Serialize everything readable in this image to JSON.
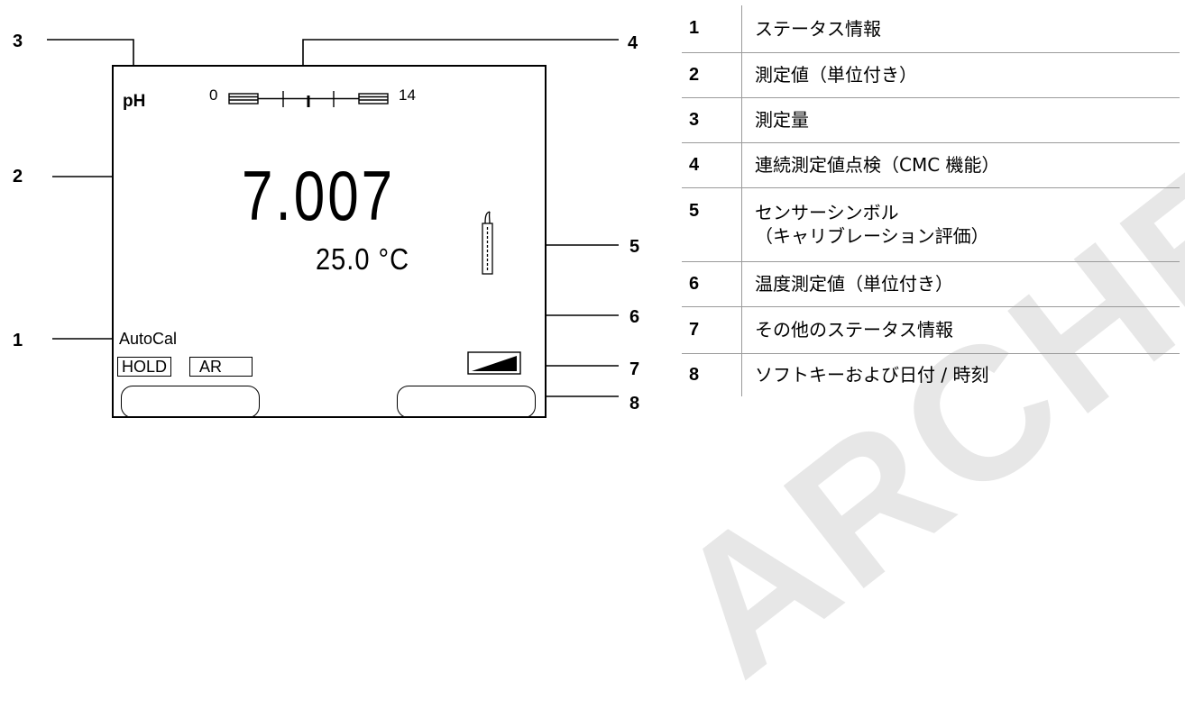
{
  "display": {
    "parameter": "pH",
    "cmc_min": "0",
    "cmc_max": "14",
    "measured_value": "7.007",
    "temperature": "25.0 °C",
    "autocal": "AutoCal",
    "hold_label": "HOLD",
    "ar_label": "AR"
  },
  "callouts": [
    "3",
    "2",
    "1",
    "4",
    "5",
    "6",
    "7",
    "8"
  ],
  "legend": [
    {
      "num": "1",
      "lines": [
        "ステータス情報"
      ]
    },
    {
      "num": "2",
      "lines": [
        "測定値（単位付き）"
      ]
    },
    {
      "num": "3",
      "lines": [
        "測定量"
      ]
    },
    {
      "num": "4",
      "lines": [
        "連続測定値点検（CMC 機能）"
      ]
    },
    {
      "num": "5",
      "lines": [
        "センサーシンボル",
        "（キャリブレーション評価）"
      ]
    },
    {
      "num": "6",
      "lines": [
        "温度測定値（単位付き）"
      ]
    },
    {
      "num": "7",
      "lines": [
        "その他のステータス情報"
      ]
    },
    {
      "num": "8",
      "lines": [
        "ソフトキーおよび日付 / 時刻"
      ]
    }
  ],
  "watermark": "ARCHER SA",
  "colors": {
    "line": "#000000",
    "table_rule": "#9a9a9a"
  }
}
